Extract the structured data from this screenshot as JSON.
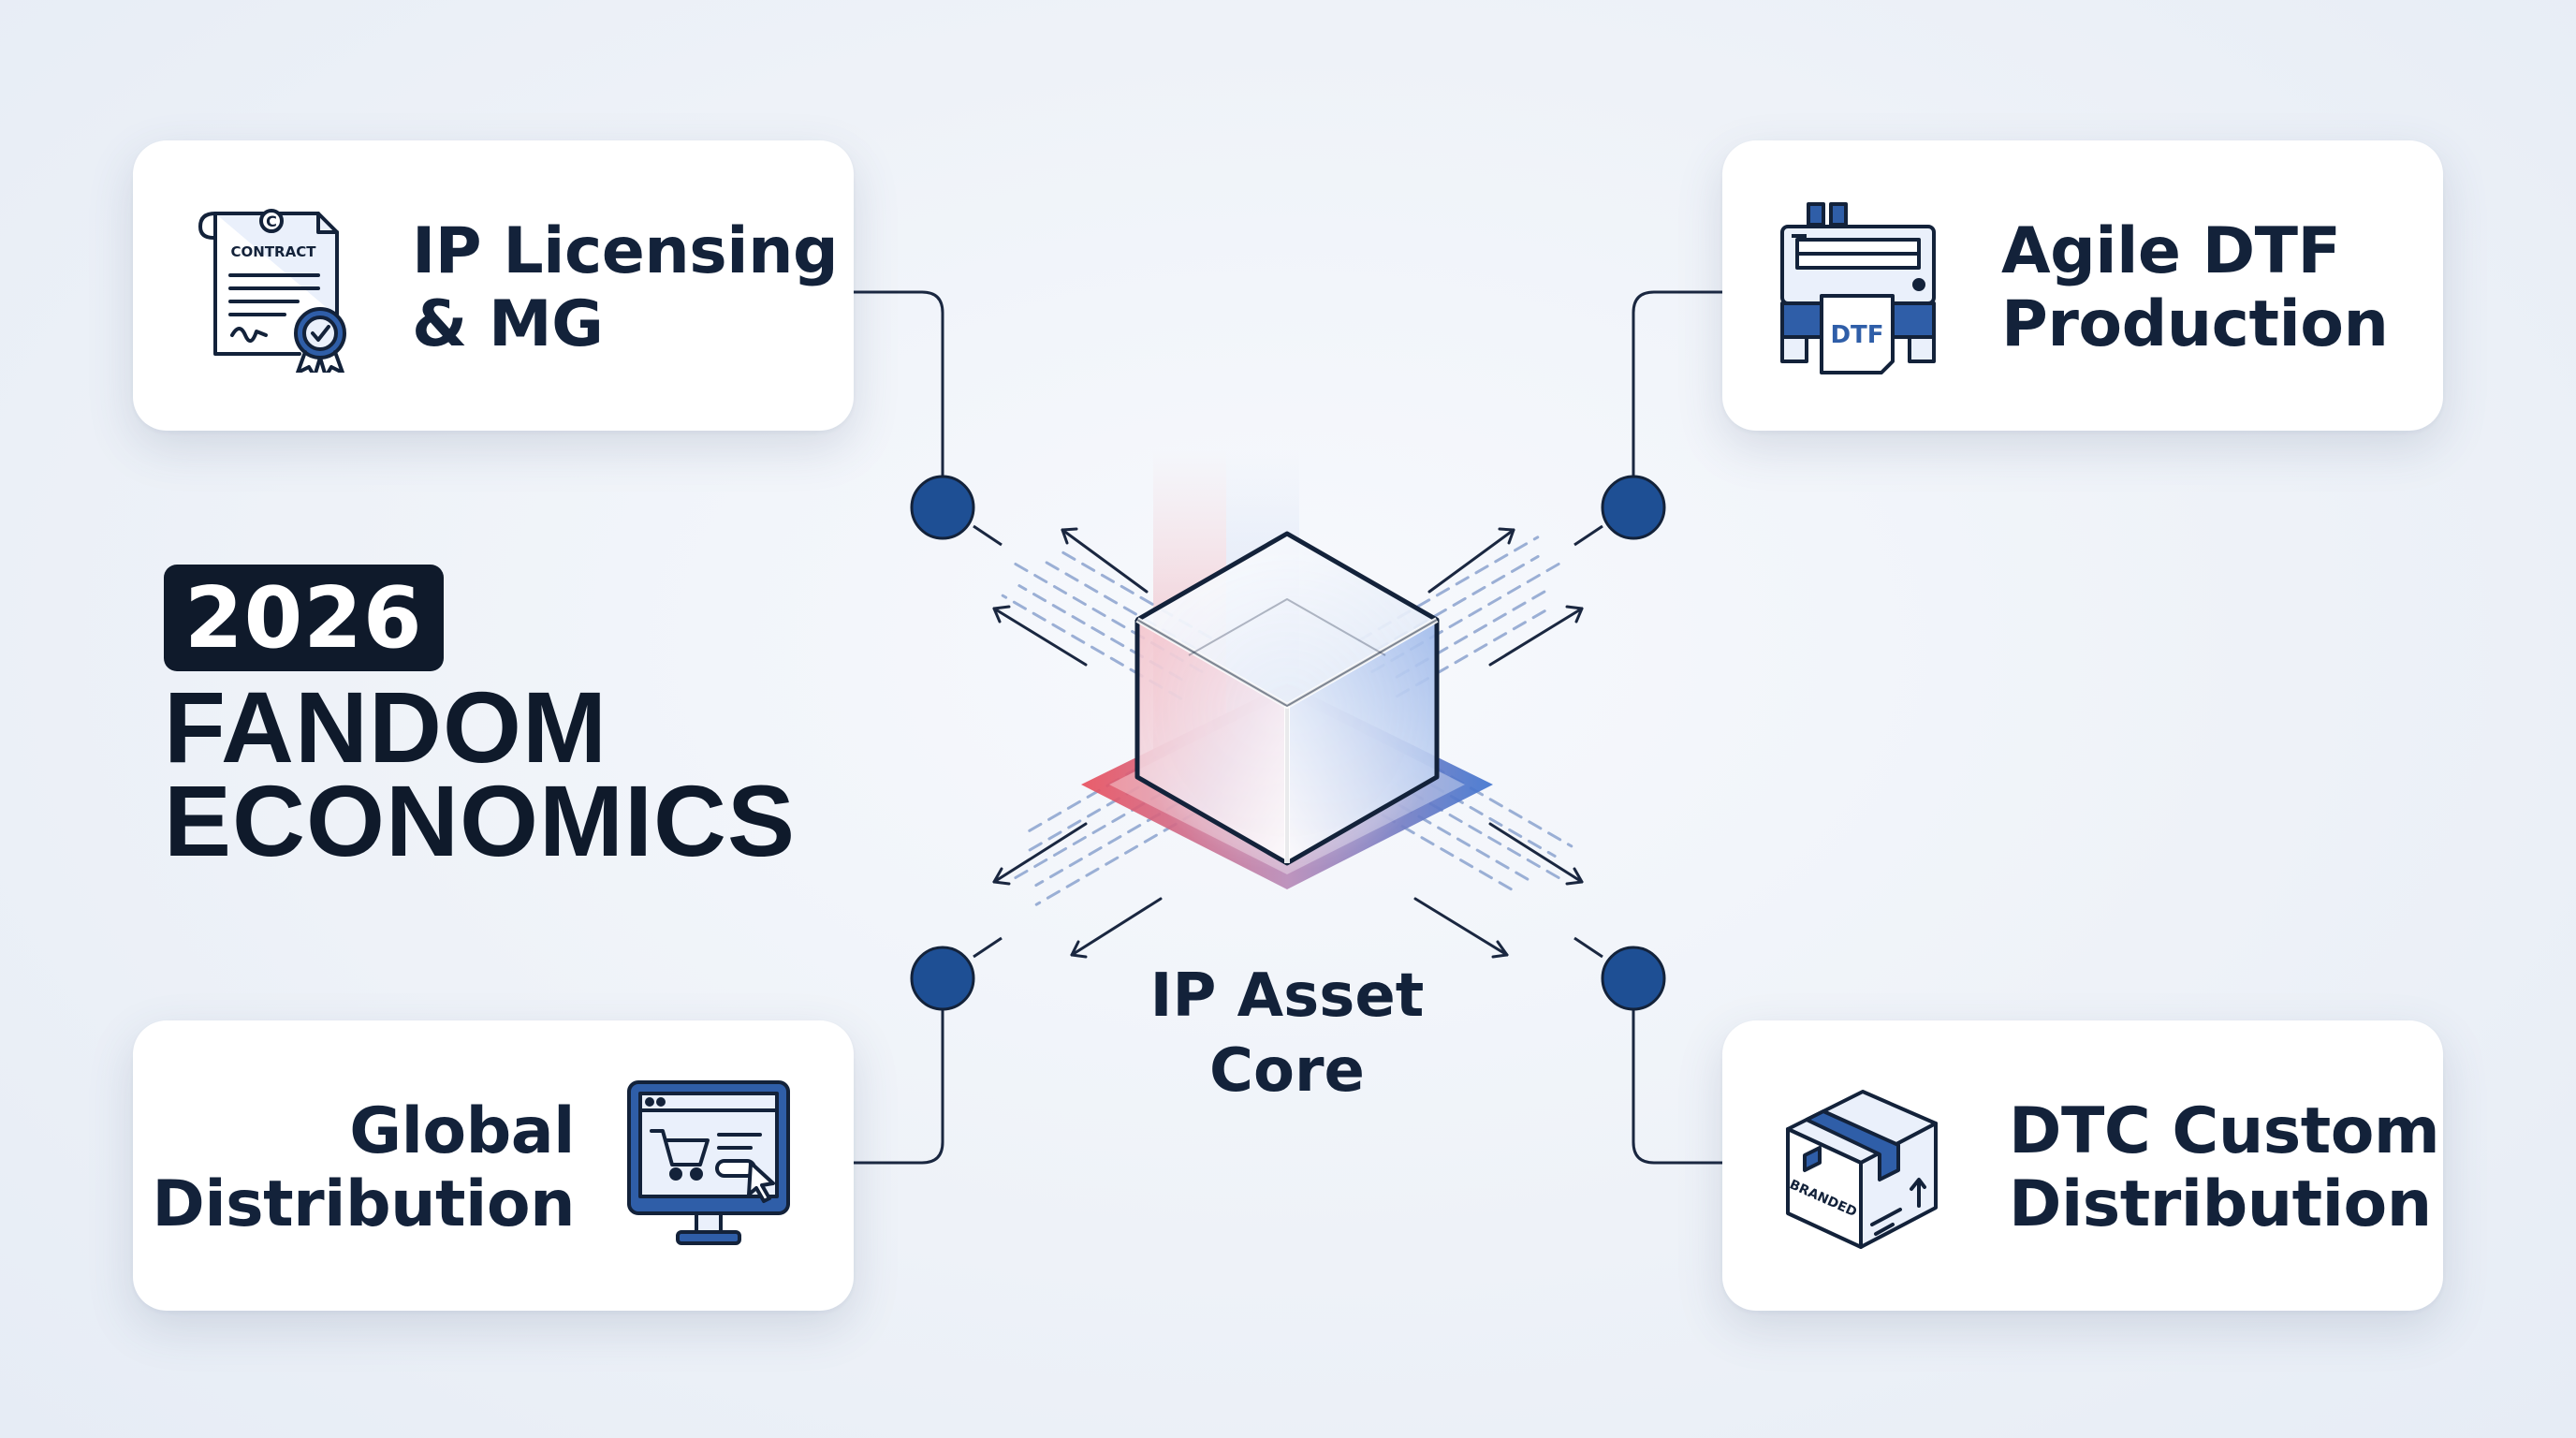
{
  "headline": {
    "year": "2026",
    "line1": "FANDOM",
    "line2": "ECONOMICS"
  },
  "core": {
    "line1": "IP Asset",
    "line2": "Core"
  },
  "cards": {
    "top_left": {
      "line1": "IP Licensing",
      "line2": "& MG",
      "icon": "contract-certificate-icon",
      "icon_text": "CONTRACT"
    },
    "top_right": {
      "line1": "Agile DTF",
      "line2": "Production",
      "icon": "printer-icon",
      "icon_text": "DTF"
    },
    "bottom_left": {
      "line1": "Global",
      "line2": "Distribution",
      "icon": "shopping-monitor-icon"
    },
    "bottom_right": {
      "line1": "DTC Custom",
      "line2": "Distribution",
      "icon": "branded-box-icon",
      "icon_text": "BRANDED"
    }
  },
  "colors": {
    "navy": "#0f1a2b",
    "node_blue": "#1e4f94",
    "icon_blue": "#2f5ea8",
    "accent_red": "#e04b58",
    "accent_blue": "#4a7fd6"
  }
}
